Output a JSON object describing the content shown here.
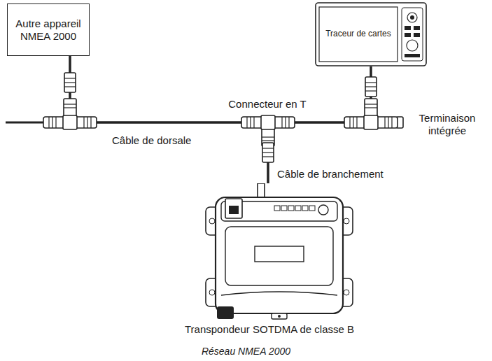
{
  "diagram": {
    "caption": "Réseau NMEA 2000",
    "nodes": [
      {
        "text": [
          "Autre appareil NMEA 2000"
        ]
      },
      {
        "text": [
          "Traceur de cartes"
        ]
      },
      {
        "text": [
          "Transpondeur SOTDMA de classe B"
        ]
      }
    ],
    "edges": [
      {
        "from": 0,
        "to": 1,
        "arrow": "none"
      },
      {
        "from": 0,
        "to": 2,
        "arrow": "none"
      },
      {
        "from": 2,
        "to": 1,
        "arrow": "none"
      }
    ],
    "labels": [
      "Connecteur en T",
      "Câble de dorsale",
      "Terminaison intégrée",
      "Câble de branchement"
    ]
  }
}
